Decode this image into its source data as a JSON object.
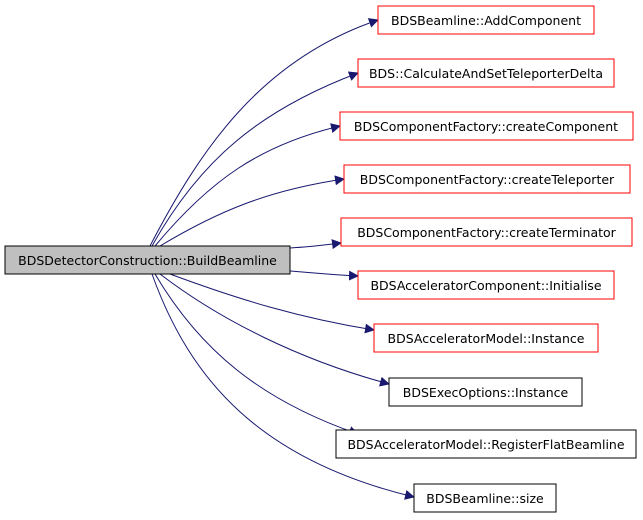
{
  "graph": {
    "root": {
      "label": "BDSDetectorConstruction::BuildBeamline",
      "fill": "#bfbfbf",
      "border": "#000000"
    },
    "edge_color": "#191970",
    "targets": [
      {
        "label": "BDSBeamline::AddComponent",
        "border": "#ff0000"
      },
      {
        "label": "BDS::CalculateAndSetTeleporterDelta",
        "border": "#ff0000"
      },
      {
        "label": "BDSComponentFactory::createComponent",
        "border": "#ff0000"
      },
      {
        "label": "BDSComponentFactory::createTeleporter",
        "border": "#ff0000"
      },
      {
        "label": "BDSComponentFactory::createTerminator",
        "border": "#ff0000"
      },
      {
        "label": "BDSAcceleratorComponent::Initialise",
        "border": "#ff0000"
      },
      {
        "label": "BDSAcceleratorModel::Instance",
        "border": "#ff0000"
      },
      {
        "label": "BDSExecOptions::Instance",
        "border": "#000000"
      },
      {
        "label": "BDSAcceleratorModel::RegisterFlatBeamline",
        "border": "#000000"
      },
      {
        "label": "BDSBeamline::size",
        "border": "#000000"
      }
    ]
  }
}
